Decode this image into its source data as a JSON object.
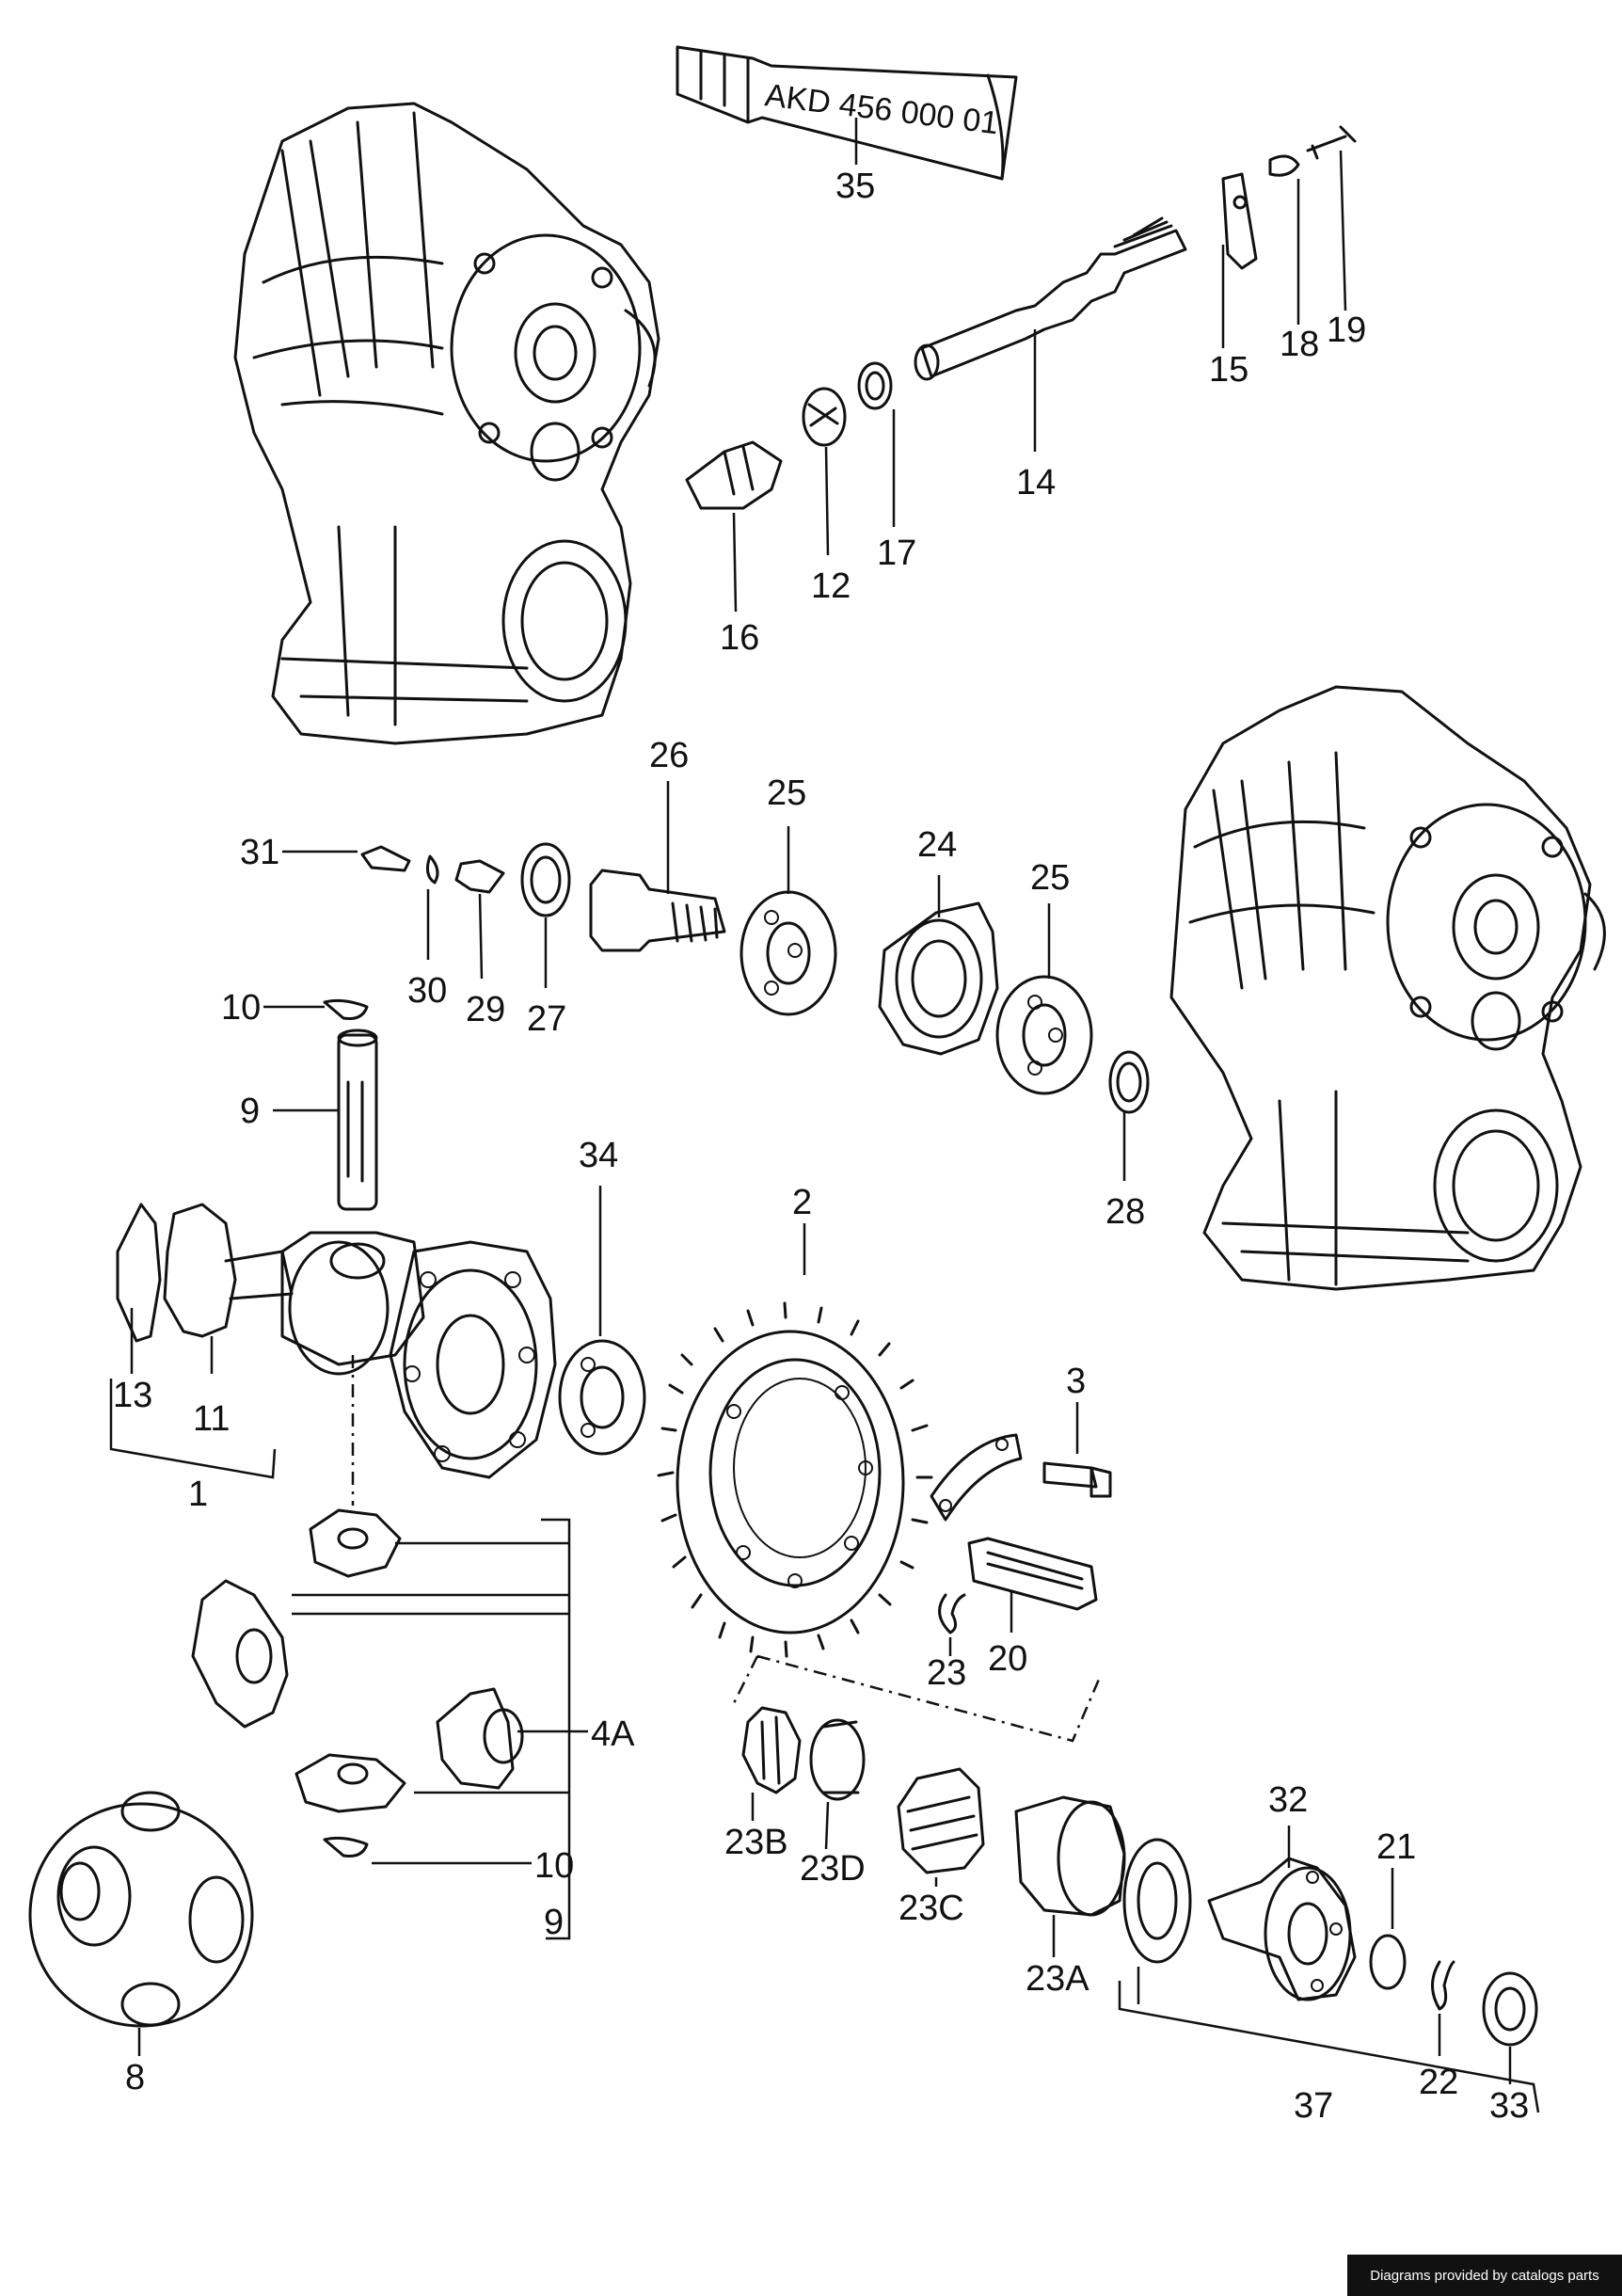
{
  "tube_text": "AKD 456 000 01",
  "callouts": {
    "c1": "1",
    "c2": "2",
    "c3": "3",
    "c4A": "4A",
    "c8": "8",
    "c9a": "9",
    "c9b": "9",
    "c10a": "10",
    "c10b": "10",
    "c11": "11",
    "c12": "12",
    "c13": "13",
    "c14": "14",
    "c15": "15",
    "c16": "16",
    "c17": "17",
    "c18": "18",
    "c19": "19",
    "c20": "20",
    "c21": "21",
    "c22": "22",
    "c23": "23",
    "c23A": "23A",
    "c23B": "23B",
    "c23C": "23C",
    "c23D": "23D",
    "c24": "24",
    "c25a": "25",
    "c25b": "25",
    "c26": "26",
    "c27": "27",
    "c28": "28",
    "c29": "29",
    "c30": "30",
    "c31": "31",
    "c32": "32",
    "c33": "33",
    "c34": "34",
    "c35": "35",
    "c37": "37"
  },
  "credit": "Diagrams provided by catalogs parts",
  "colors": {
    "ink": "#111111",
    "background": "#ffffff",
    "credit_bg": "#111111",
    "credit_text": "#ffffff"
  }
}
